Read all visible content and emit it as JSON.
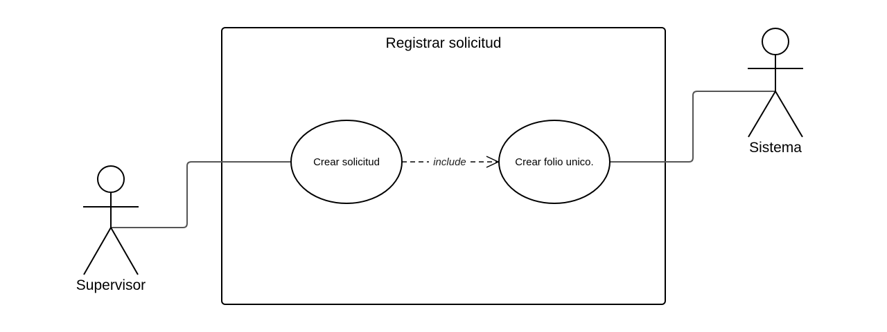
{
  "diagram": {
    "system": {
      "title": "Registrar solicitud"
    },
    "actors": [
      {
        "id": "supervisor",
        "label": "Supervisor"
      },
      {
        "id": "sistema",
        "label": "Sistema"
      }
    ],
    "use_cases": [
      {
        "id": "crear-solicitud",
        "label": "Crear solicitud"
      },
      {
        "id": "crear-folio",
        "label": "Crear folio unico."
      }
    ],
    "relationships": [
      {
        "from": "supervisor",
        "to": "crear-solicitud",
        "type": "association"
      },
      {
        "from": "crear-solicitud",
        "to": "crear-folio",
        "type": "include",
        "label": "include"
      },
      {
        "from": "sistema",
        "to": "crear-folio",
        "type": "association"
      }
    ],
    "colors": {
      "stroke": "#000000",
      "connector": "#555555",
      "background": "#ffffff"
    }
  }
}
